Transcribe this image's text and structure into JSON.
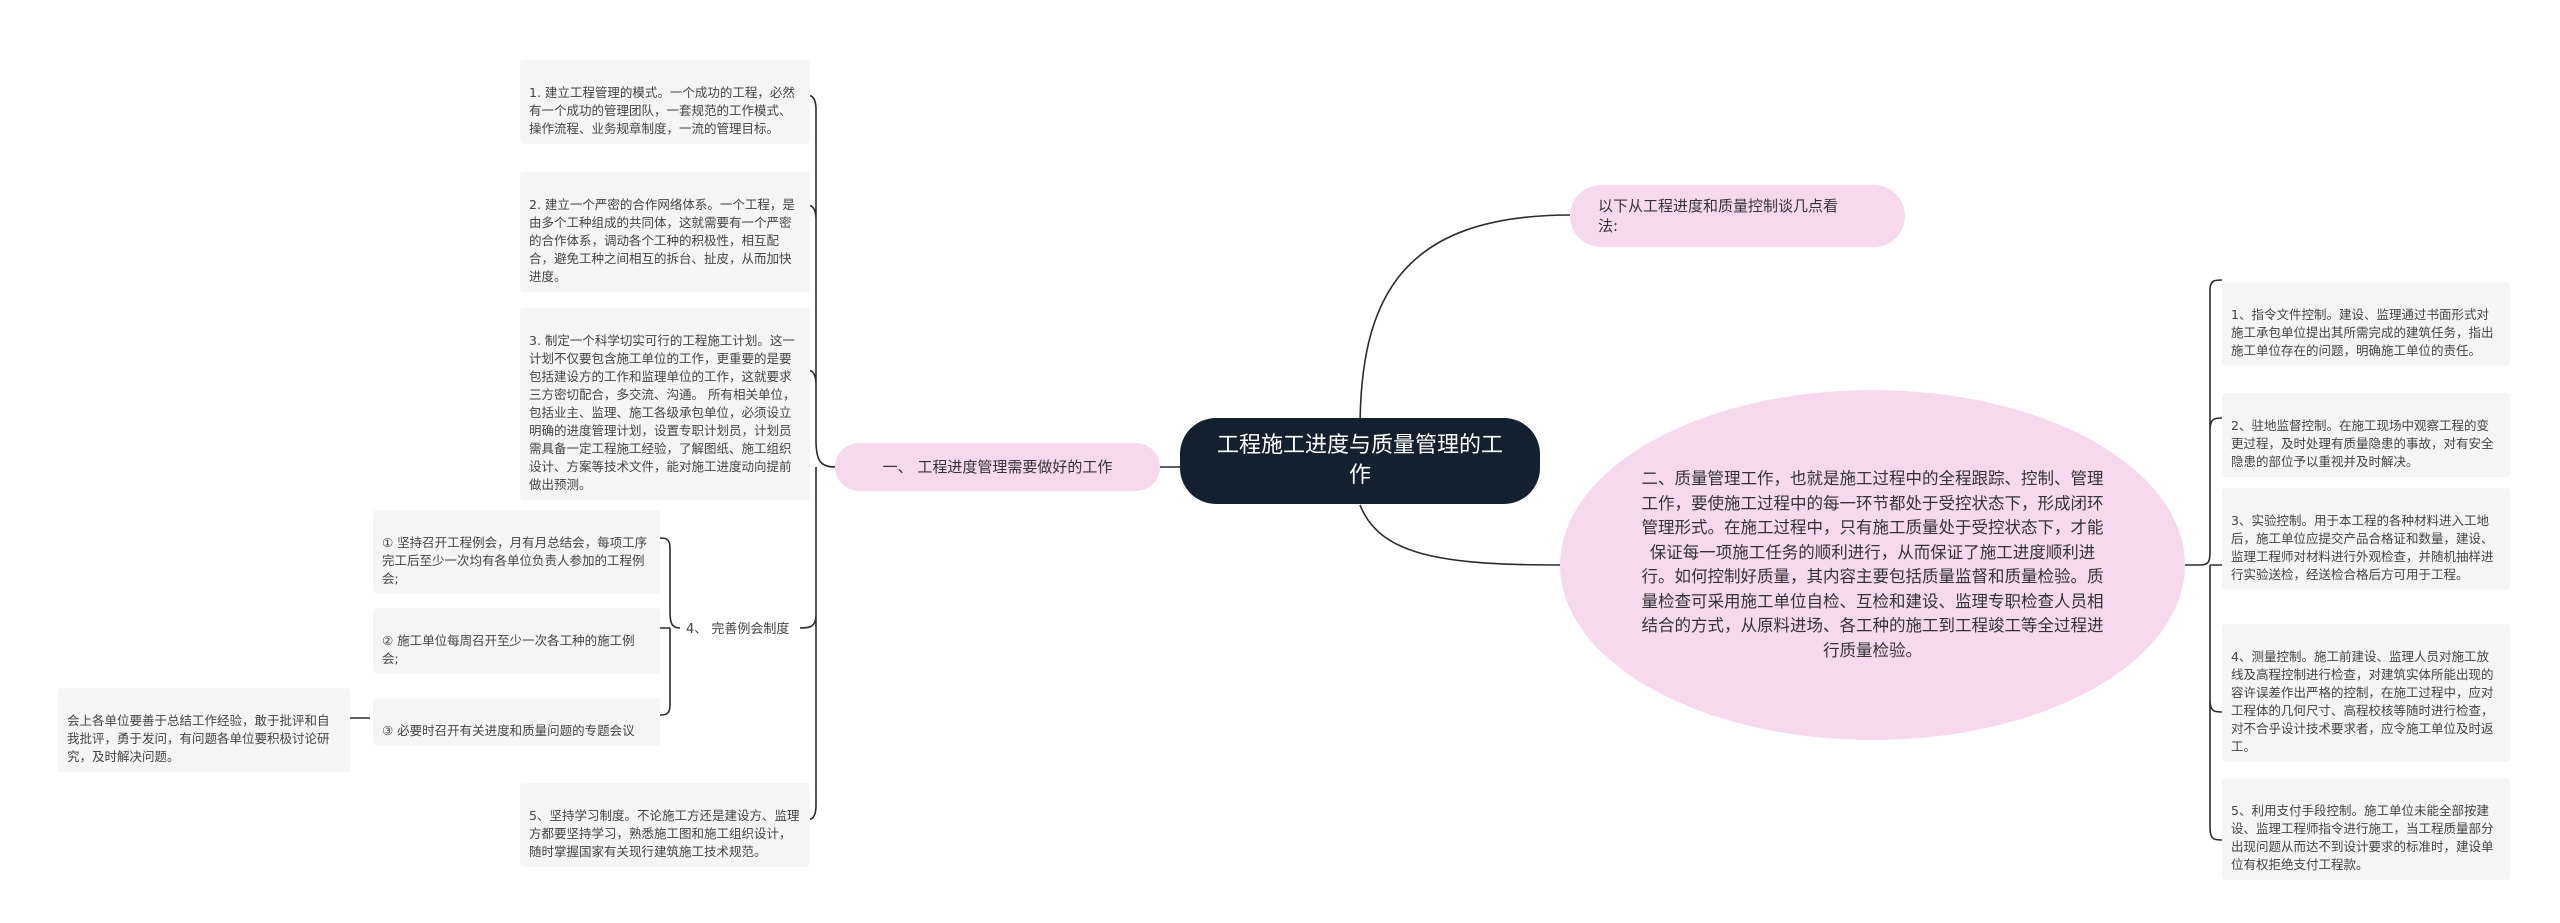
{
  "root": {
    "title": "工程施工进度与质量管理的工作"
  },
  "left_branch": {
    "label": "一、 工程进度管理需要做好的工作",
    "items": [
      "1. 建立工程管理的模式。一个成功的工程，必然有一个成功的管理团队，一套规范的工作模式、操作流程、业务规章制度，一流的管理目标。",
      "2. 建立一个严密的合作网络体系。一个工程，是由多个工种组成的共同体，这就需要有一个严密的合作体系，调动各个工种的积极性，相互配合，避免工种之间相互的拆台、扯皮，从而加快进度。",
      "3. 制定一个科学切实可行的工程施工计划。这一计划不仅要包含施工单位的工作，更重要的是要包括建设方的工作和监理单位的工作，这就要求三方密切配合，多交流、沟通。 所有相关单位，包括业主、监理、施工各级承包单位，必须设立明确的进度管理计划，设置专职计划员，计划员需具备一定工程施工经验，了解图纸、施工组织设计、方案等技术文件，能对施工进度动向提前做出预测。",
      "5、坚持学习制度。不论施工方还是建设方、监理方都要坚持学习，熟悉施工图和施工组织设计，随时掌握国家有关现行建筑施工技术规范。"
    ],
    "meeting": {
      "label": "4、 完善例会制度",
      "items": [
        "① 坚持召开工程例会，月有月总结会，每项工序完工后至少一次均有各单位负责人参加的工程例会;",
        "② 施工单位每周召开至少一次各工种的施工例会;",
        "③ 必要时召开有关进度和质量问题的专题会议"
      ],
      "sub_note": "会上各单位要善于总结工作经验，敢于批评和自我批评，勇于发问，有问题各单位要积极讨论研究，及时解决问题。"
    }
  },
  "right_top": {
    "label": "以下从工程进度和质量控制谈几点看法:"
  },
  "right_main": {
    "label": "二、质量管理工作，也就是施工过程中的全程跟踪、控制、管理工作，要使施工过程中的每一环节都处于受控状态下，形成闭环管理形式。在施工过程中，只有施工质量处于受控状态下，才能保证每一项施工任务的顺利进行，从而保证了施工进度顺利进行。如何控制好质量，其内容主要包括质量监督和质量检验。质量检查可采用施工单位自检、互检和建设、监理专职检查人员相结合的方式，从原料进场、各工种的施工到工程竣工等全过程进行质量检验。",
    "items": [
      "1、指令文件控制。建设、监理通过书面形式对施工承包单位提出其所需完成的建筑任务，指出施工单位存在的问题，明确施工单位的责任。",
      "2、驻地监督控制。在施工现场中观察工程的变更过程，及时处理有质量隐患的事故，对有安全隐患的部位予以重视并及时解决。",
      "3、实验控制。用于本工程的各种材料进入工地后，施工单位应提交产品合格证和数量，建设、监理工程师对材料进行外观检查，并随机抽样进行实验送检，经送检合格后方可用于工程。",
      "4、测量控制。施工前建设、监理人员对施工放线及高程控制进行检查，对建筑实体所能出现的容许误差作出严格的控制，在施工过程中，应对工程体的几何尺寸、高程校核等随时进行检查，对不合乎设计技术要求者，应令施工单位及时返工。",
      "5、利用支付手段控制。施工单位未能全部按建设、监理工程师指令进行施工，当工程质量部分出现问题从而达不到设计要求的标准时，建设单位有权拒绝支付工程款。"
    ]
  },
  "colors": {
    "root_bg": "#13202f",
    "branch_bg": "#f7d9ef",
    "leaf_bg": "#f5f5f5",
    "line": "#2b2b2b"
  }
}
